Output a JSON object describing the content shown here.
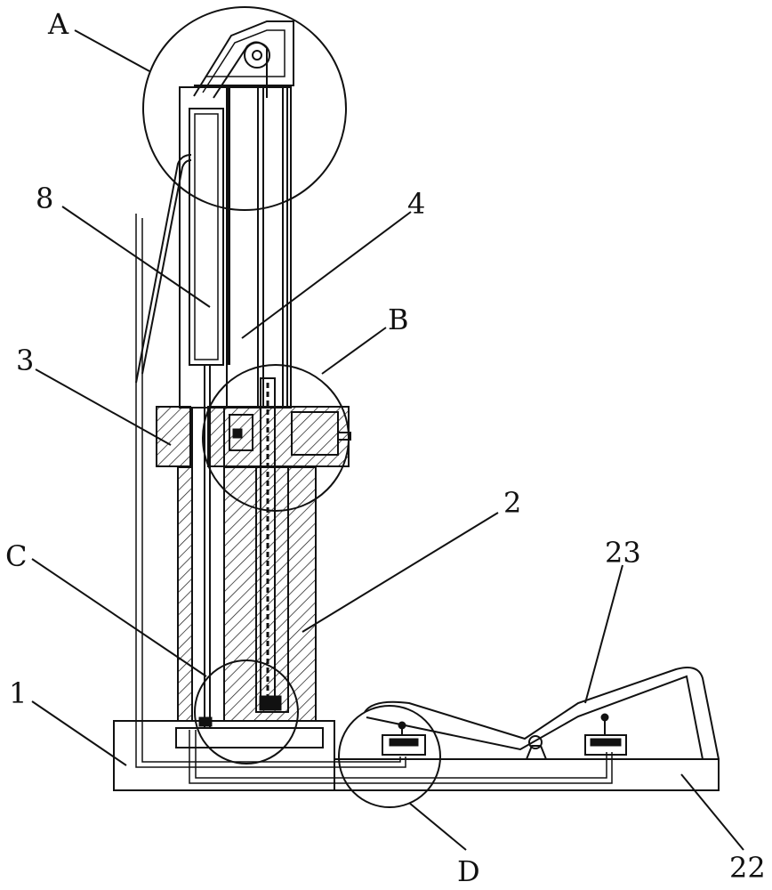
{
  "figure": {
    "labels": {
      "A": "A",
      "B": "B",
      "C": "C",
      "D": "D",
      "n1": "1",
      "n2": "2",
      "n3": "3",
      "n4": "4",
      "n8": "8",
      "n22": "22",
      "n23": "23"
    }
  }
}
